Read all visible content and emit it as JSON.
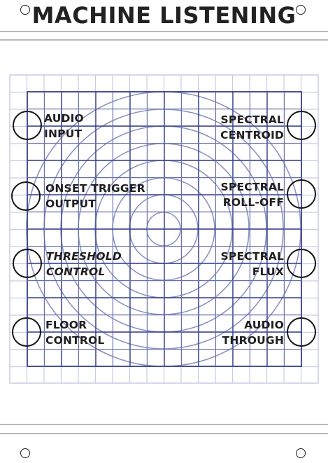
{
  "panel": {
    "title": "MACHINE LISTENING"
  },
  "jacks": {
    "audio_input": {
      "line1": "AUDIO",
      "line2": "INPUT"
    },
    "onset_trigger_output": {
      "line1": "ONSET TRIGGER",
      "line2": "OUTPUT"
    },
    "threshold_control": {
      "line1": "THRESHOLD",
      "line2": "CONTROL"
    },
    "floor_control": {
      "line1": "FLOOR",
      "line2": "CONTROL"
    },
    "spectral_centroid": {
      "line1": "SPECTRAL",
      "line2": "CENTROID"
    },
    "spectral_rolloff": {
      "line1": "SPECTRAL",
      "line2": "ROLL-OFF"
    },
    "spectral_flux": {
      "line1": "SPECTRAL",
      "line2": "FLUX"
    },
    "audio_through": {
      "line1": "AUDIO",
      "line2": "THROUGH"
    }
  },
  "colors": {
    "grid_dark": "#38408a",
    "grid_light": "#c9cbe6",
    "rings": "#8c93c4",
    "rail": "#b9b9bd",
    "text": "#202020"
  }
}
